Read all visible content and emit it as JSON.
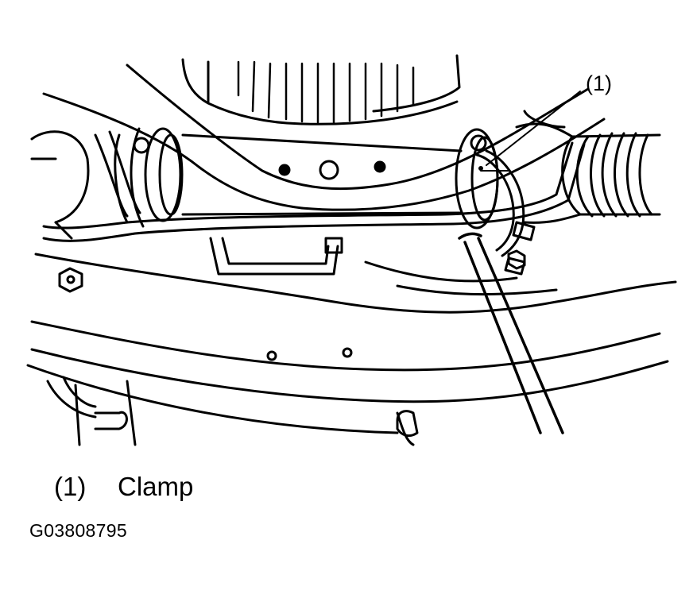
{
  "diagram": {
    "callout_label": "(1)",
    "legend": [
      {
        "number": "(1)",
        "name": "Clamp"
      }
    ],
    "figure_id": "G03808795"
  },
  "colors": {
    "ink": "#000000",
    "paper": "#ffffff"
  }
}
